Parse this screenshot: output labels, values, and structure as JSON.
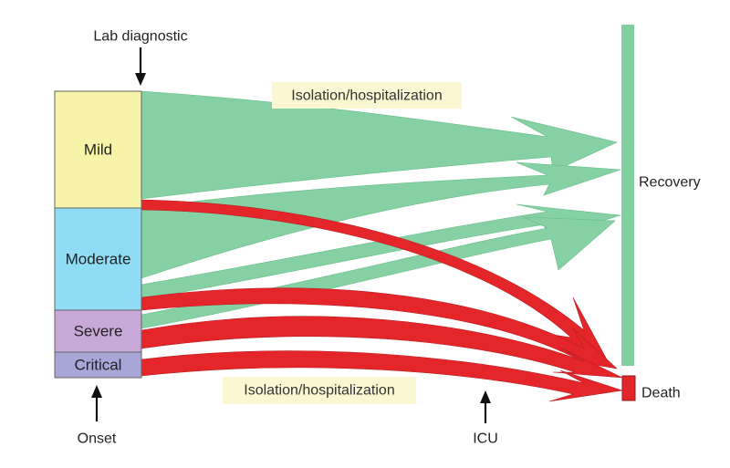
{
  "labels": {
    "lab_diagnostic": "Lab diagnostic",
    "onset": "Onset",
    "icu": "ICU",
    "recovery": "Recovery",
    "death": "Death",
    "isolation_top": "Isolation/hospitalization",
    "isolation_bottom": "Isolation/hospitalization"
  },
  "severity": [
    {
      "name": "Mild",
      "color": "#f7f3a8"
    },
    {
      "name": "Moderate",
      "color": "#8fdcf4"
    },
    {
      "name": "Severe",
      "color": "#c7a8d6"
    },
    {
      "name": "Critical",
      "color": "#a8a6d6"
    }
  ],
  "colors": {
    "recovery_flow": "#7fcf9f",
    "death_flow": "#e4262b",
    "recovery_bar": "#7fcf9f",
    "death_box": "#e4262b",
    "label_highlight": "#fbf7d2",
    "outline": "#666666"
  }
}
